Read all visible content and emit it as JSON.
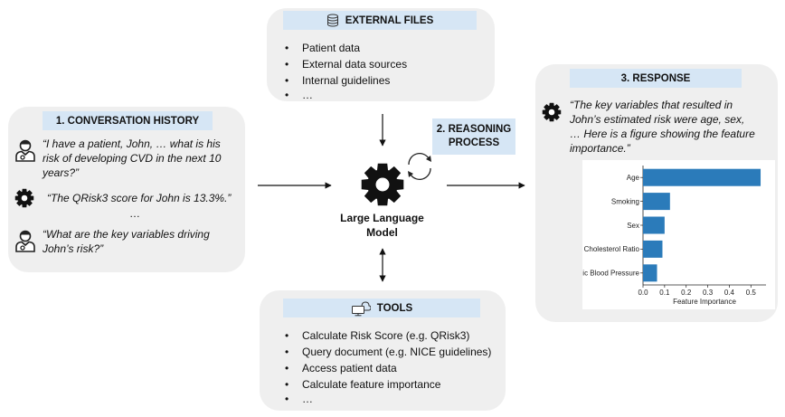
{
  "external_files": {
    "title": "EXTERNAL FILES",
    "icon": "database-icon",
    "items": [
      "Patient data",
      "External data sources",
      "Internal guidelines",
      "…"
    ]
  },
  "conversation": {
    "title": "1. CONVERSATION HISTORY",
    "q1": "“I have a patient, John, … what is his risk of developing CVD in the next 10 years?”",
    "a1": "“The QRisk3 score for John is 13.3%.”",
    "ellipsis": "…",
    "q2": "“What are the key variables driving John’s risk?”",
    "user_icon": "doctor-icon",
    "bot_icon": "gear-icon"
  },
  "reasoning": {
    "title_line1": "2. REASONING",
    "title_line2": "PROCESS",
    "icon": "cycle-arrows-icon"
  },
  "llm": {
    "line1": "Large Language",
    "line2": "Model",
    "icon": "gear-icon"
  },
  "response": {
    "title": "3. RESPONSE",
    "text": "“The key variables that resulted in John’s estimated risk were age, sex, … Here is a figure showing the feature importance.”",
    "icon": "gear-icon"
  },
  "tools": {
    "title": "TOOLS",
    "icon": "cloud-computer-icon",
    "items": [
      "Calculate Risk Score (e.g. QRisk3)",
      "Query document (e.g. NICE guidelines)",
      "Access patient data",
      "Calculate feature importance",
      "…"
    ]
  },
  "chart_data": {
    "type": "bar",
    "orientation": "horizontal",
    "categories": [
      "Age",
      "Smoking",
      "Sex",
      "Cholesterol Ratio",
      "Systolic Blood Pressure"
    ],
    "values": [
      0.545,
      0.125,
      0.1,
      0.09,
      0.065
    ],
    "xlabel": "Feature Importance",
    "ylabel": "",
    "xlim": [
      0,
      0.57
    ],
    "xticks": [
      "0.0",
      "0.1",
      "0.2",
      "0.3",
      "0.4",
      "0.5"
    ],
    "bar_color": "#2b7bba",
    "grid": false
  }
}
